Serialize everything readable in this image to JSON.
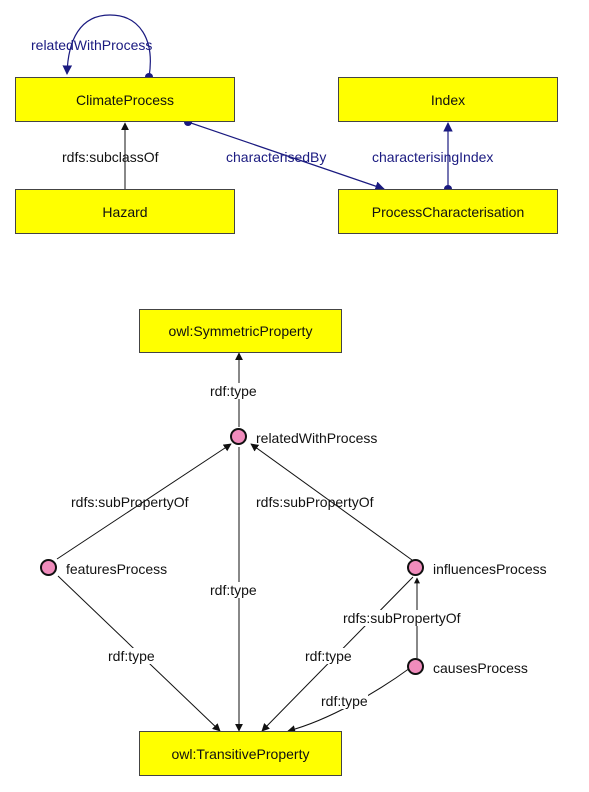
{
  "colors": {
    "box_fill": "#ffff00",
    "node_fill": "#f08cbc",
    "blue_edge": "#1a1a80",
    "black_edge": "#111111"
  },
  "top": {
    "boxes": {
      "climate_process": "ClimateProcess",
      "index": "Index",
      "hazard": "Hazard",
      "process_characterisation": "ProcessCharacterisation"
    },
    "edges": {
      "related_with_process": "relatedWithProcess",
      "subclass_of": "rdfs:subclassOf",
      "characterised_by": "characterisedBy",
      "characterising_index": "characterisingIndex"
    }
  },
  "bottom": {
    "boxes": {
      "symmetric": "owl:SymmetricProperty",
      "transitive": "owl:TransitiveProperty"
    },
    "nodes": {
      "related_with_process": "relatedWithProcess",
      "features_process": "featuresProcess",
      "influences_process": "influencesProcess",
      "causes_process": "causesProcess"
    },
    "edges": {
      "rdf_type_top": "rdf:type",
      "sub_property_left": "rdfs:subPropertyOf",
      "sub_property_right": "rdfs:subPropertyOf",
      "rdf_type_center": "rdf:type",
      "rdf_type_left": "rdf:type",
      "rdf_type_right": "rdf:type",
      "sub_property_causes": "rdfs:subPropertyOf",
      "rdf_type_causes": "rdf:type"
    }
  }
}
